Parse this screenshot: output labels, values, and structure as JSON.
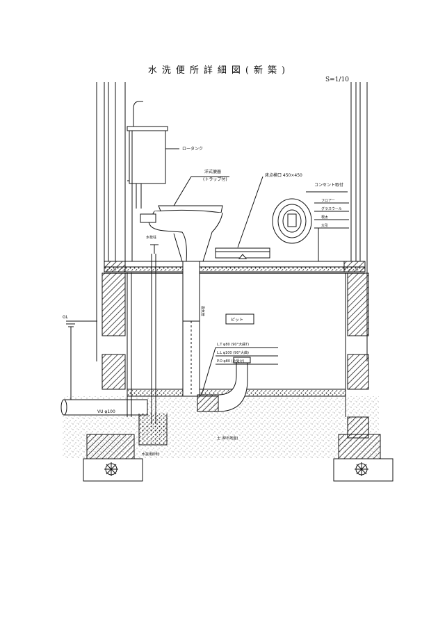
{
  "header": {
    "title": "水洗便所詳細図(新築)",
    "scale": "S=1/10"
  },
  "labels": {
    "low_tank": "ロータンク",
    "toilet_line1": "洋式便器",
    "toilet_line2": "(トラップ付)",
    "inspection_hatch": "床点検口 450×450",
    "outlet": "コンセント取付",
    "flooring": "フロアー",
    "glass_wool": "グラスウール",
    "joist": "根太",
    "joist_beam": "大引",
    "vent_pipe": "換気管",
    "water_stop": "水栓柱",
    "pit": "ピット",
    "pipe_1": "L.T φ80 (90°大曲T)",
    "pipe_2": "L.L φ100 (90°大曲)",
    "pipe_3": "P.O φ80 (片受け)",
    "vp_pipe": "VU φ100",
    "ground_level": "GL",
    "soil_label": "土 (砕石地盤)",
    "drain_valve": "水抜用砂利"
  },
  "colors": {
    "line": "#111111",
    "hatch": "#222222",
    "paper": "#ffffff"
  }
}
